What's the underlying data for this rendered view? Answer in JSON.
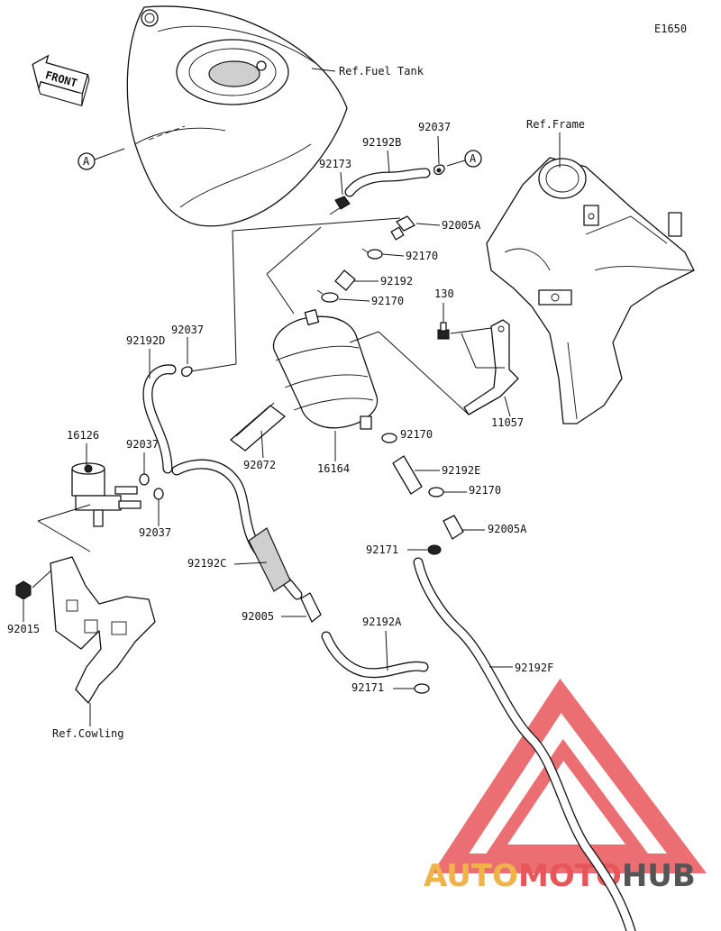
{
  "diagram_code": "E1650",
  "front_label": "FRONT",
  "references": {
    "fuel_tank": "Ref.Fuel Tank",
    "frame": "Ref.Frame",
    "cowling": "Ref.Cowling",
    "connector_a": "A"
  },
  "parts": [
    {
      "key": "p92192B",
      "label": "92192B"
    },
    {
      "key": "p92037_top",
      "label": "92037"
    },
    {
      "key": "p92173",
      "label": "92173"
    },
    {
      "key": "p92005A_top",
      "label": "92005A"
    },
    {
      "key": "p92170_1",
      "label": "92170"
    },
    {
      "key": "p92192",
      "label": "92192"
    },
    {
      "key": "p92170_2",
      "label": "92170"
    },
    {
      "key": "p130",
      "label": "130"
    },
    {
      "key": "p92192D",
      "label": "92192D"
    },
    {
      "key": "p92037_d",
      "label": "92037"
    },
    {
      "key": "p11057",
      "label": "11057"
    },
    {
      "key": "p16126",
      "label": "16126"
    },
    {
      "key": "p92037_v1",
      "label": "92037"
    },
    {
      "key": "p92072",
      "label": "92072"
    },
    {
      "key": "p16164",
      "label": "16164"
    },
    {
      "key": "p92170_3",
      "label": "92170"
    },
    {
      "key": "p92192E",
      "label": "92192E"
    },
    {
      "key": "p92170_4",
      "label": "92170"
    },
    {
      "key": "p92037_v2",
      "label": "92037"
    },
    {
      "key": "p92005A_bot",
      "label": "92005A"
    },
    {
      "key": "p92171_1",
      "label": "92171"
    },
    {
      "key": "p92192C",
      "label": "92192C"
    },
    {
      "key": "p92015",
      "label": "92015"
    },
    {
      "key": "p92005",
      "label": "92005"
    },
    {
      "key": "p92192A",
      "label": "92192A"
    },
    {
      "key": "p92192F",
      "label": "92192F"
    },
    {
      "key": "p92171_2",
      "label": "92171"
    }
  ],
  "watermark": {
    "part1": "AUTO",
    "part2": "MOTO",
    "part3": "HUB",
    "color_primary": "#f0b24a",
    "color_secondary": "#e8565a",
    "color_dark": "#555555"
  }
}
